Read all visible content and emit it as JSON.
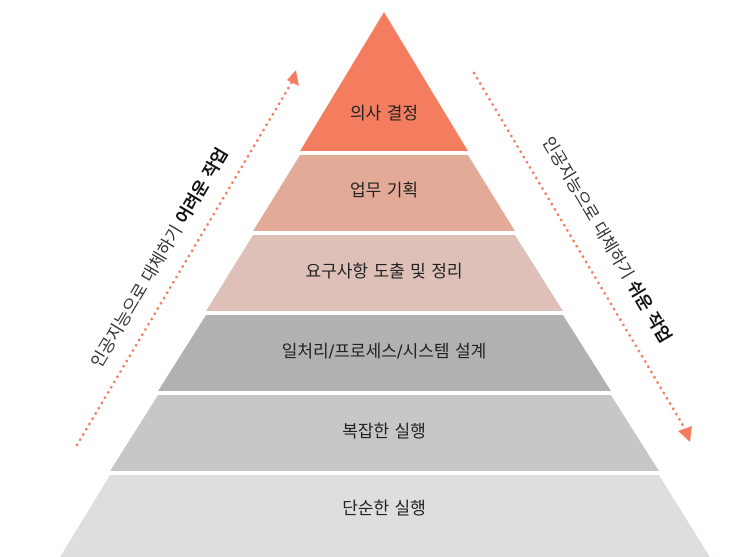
{
  "pyramid": {
    "levels": [
      {
        "label": "의사 결정",
        "color": "#F47D5F"
      },
      {
        "label": "업무 기획",
        "color": "#E3AA98"
      },
      {
        "label": "요구사항 도출 및 정리",
        "color": "#DEC0B8"
      },
      {
        "label": "일처리/프로세스/시스템 설계",
        "color": "#B0B1B3"
      },
      {
        "label": "복잡한 실행",
        "color": "#C6C7C9"
      },
      {
        "label": "단순한 실행",
        "color": "#DDDEDF"
      }
    ]
  },
  "left_arrow": {
    "text_prefix": "인공지능으로 대체하기 ",
    "text_emphasis": "어려운 작업",
    "color": "#F47D5F"
  },
  "right_arrow": {
    "text_prefix": "인공지능으로 대체하기 ",
    "text_emphasis": "쉬운 작업",
    "color": "#F47D5F"
  }
}
